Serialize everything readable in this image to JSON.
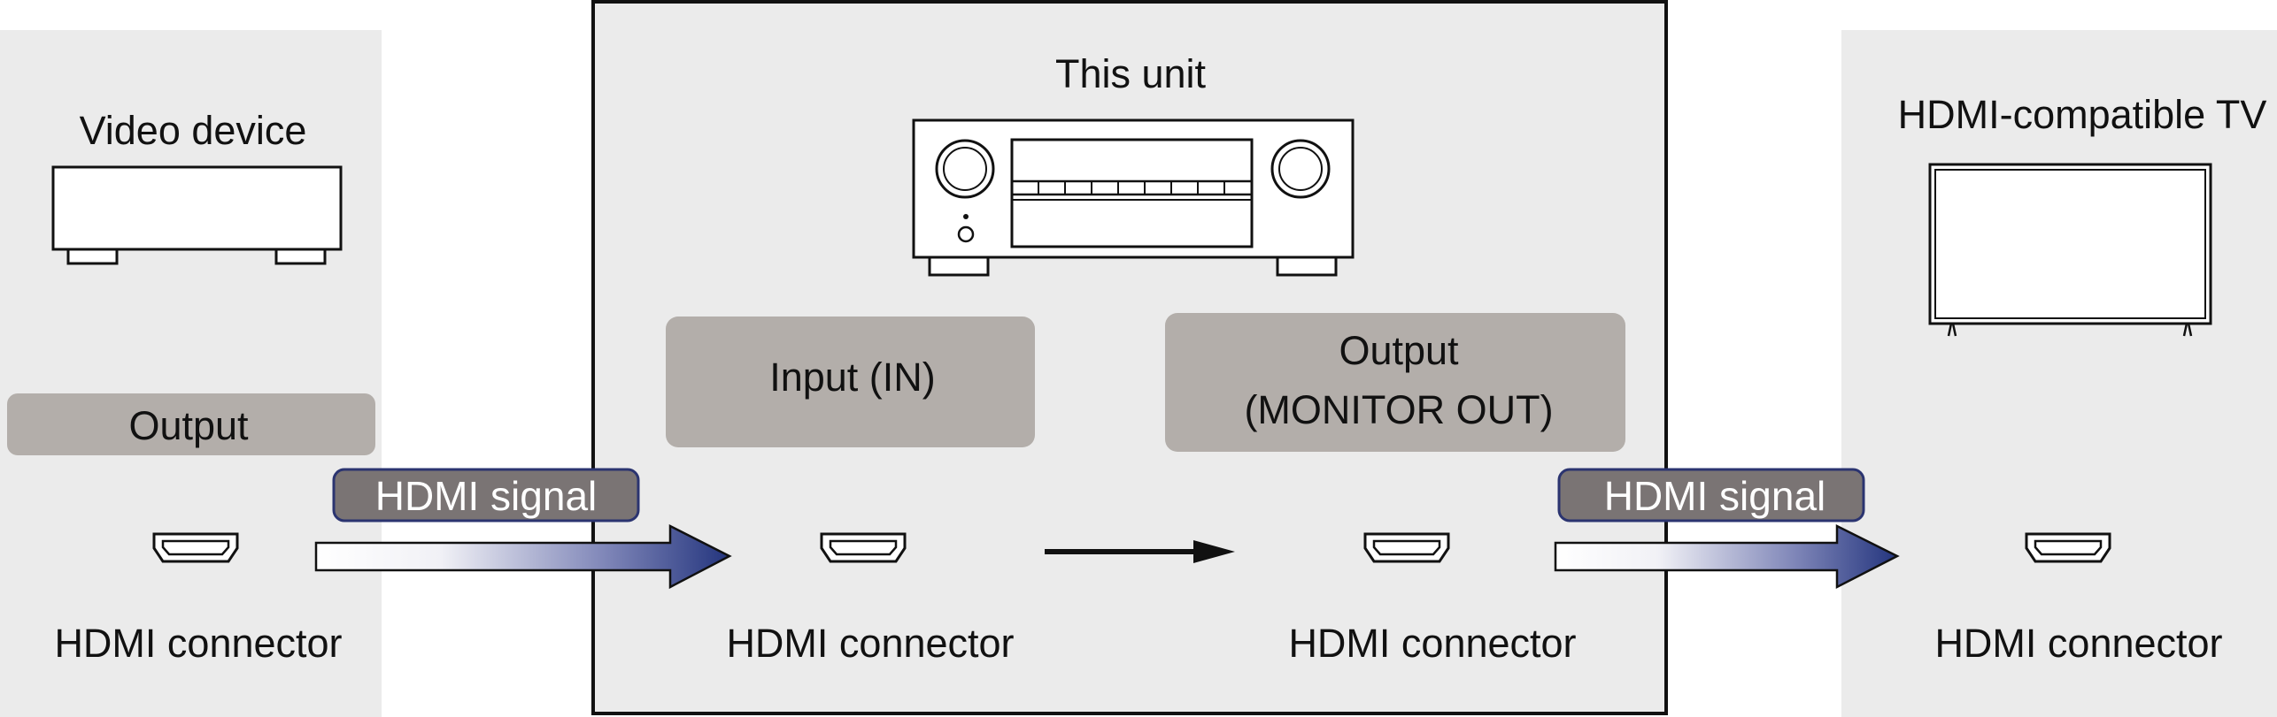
{
  "colors": {
    "panel_bg": "#ebebeb",
    "label_box": "#b3aeaa",
    "signal_badge": "#7a7474",
    "signal_border": "#2b3470",
    "arrow_dark": "#24357e",
    "arrow_light": "#ffffff"
  },
  "panels": {
    "source": {
      "title": "Video device",
      "role_label": "Output",
      "connector_label": "HDMI connector"
    },
    "unit": {
      "title": "This unit",
      "input_label": "Input (IN)",
      "output_label_line1": "Output",
      "output_label_line2": "(MONITOR OUT)",
      "input_connector_label": "HDMI connector",
      "output_connector_label": "HDMI connector"
    },
    "tv": {
      "title": "HDMI-compatible TV",
      "connector_label": "HDMI connector"
    }
  },
  "signals": {
    "left_label": "HDMI signal",
    "right_label": "HDMI signal"
  },
  "icons": [
    "video-device-icon",
    "av-receiver-icon",
    "tv-icon",
    "hdmi-port-icon",
    "signal-arrow-icon",
    "internal-arrow-icon"
  ]
}
